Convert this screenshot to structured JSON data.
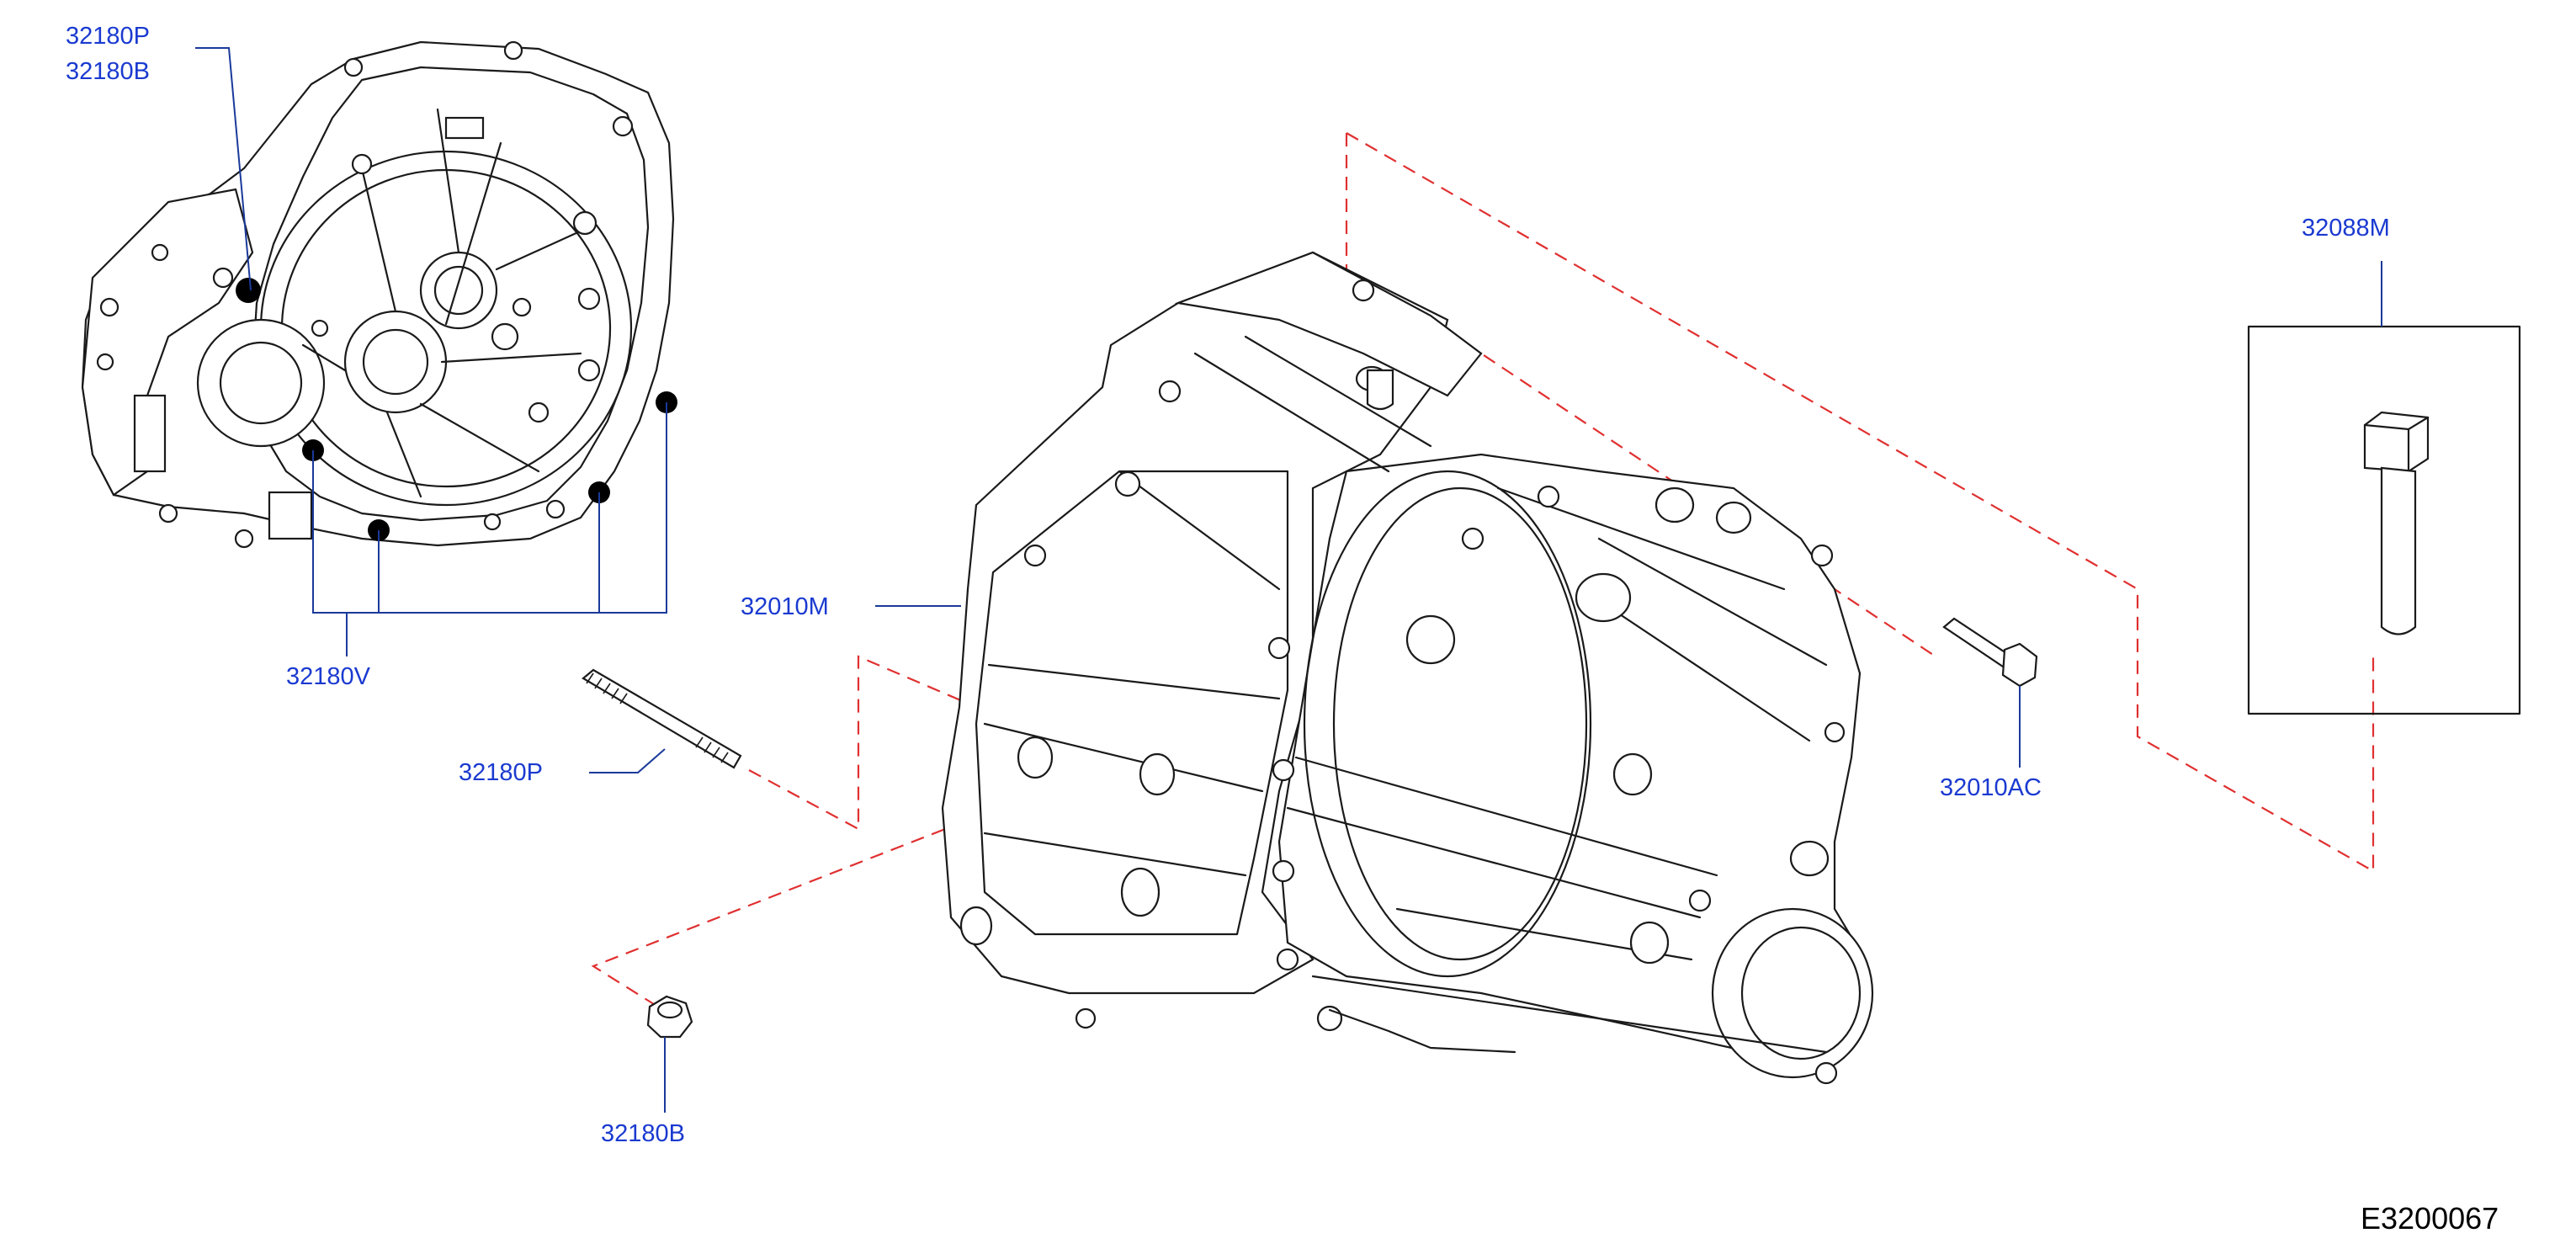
{
  "diagram": {
    "colors": {
      "callout_text": "#1a3ad0",
      "leader_line": "#1a3a9a",
      "assembly_guide": "#e03030",
      "drawing_line": "#1a1a1a",
      "code_text": "#000000"
    },
    "callouts": {
      "top_left_a": "32180P",
      "top_left_b": "32180B",
      "housing_bolts": "32180V",
      "main_assembly": "32010M",
      "stud": "32180P",
      "nut": "32180B",
      "breather": "32010AC",
      "kit": "32088M"
    },
    "illustration_code": "E3200067"
  }
}
